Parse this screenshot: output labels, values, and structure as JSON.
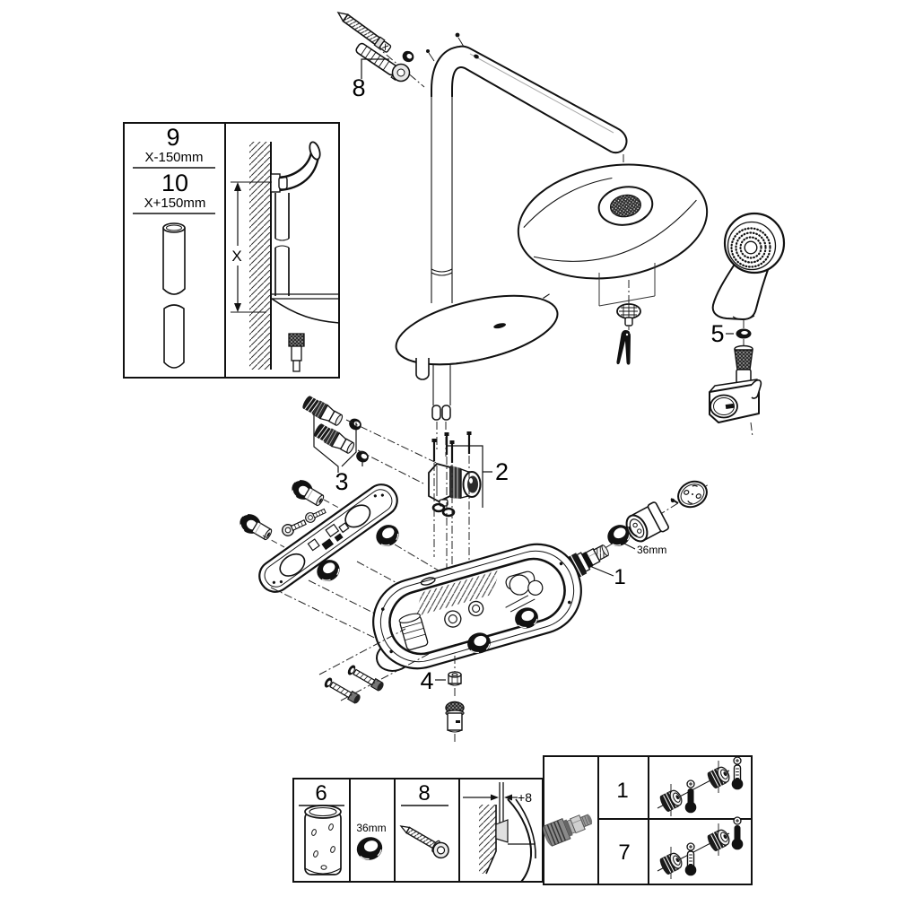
{
  "page": {
    "background": "#ffffff",
    "line_color": "#111111"
  },
  "diagram": {
    "callout_8_top": "8",
    "callout_5": "5",
    "callout_3": "3",
    "callout_2": "2",
    "callout_1": "1",
    "callout_1_size": "36mm",
    "callout_4": "4"
  },
  "rail_box": {
    "part9_number": "9",
    "part9_length": "X-150mm",
    "part10_number": "10",
    "part10_length": "X+150mm",
    "dimension": "X"
  },
  "legend_left": {
    "sleeve_number": "6",
    "ring_size": "36mm",
    "screw_number": "8",
    "protrusion": "+8"
  },
  "legend_right": {
    "row1_number": "1",
    "row7_number": "7"
  }
}
